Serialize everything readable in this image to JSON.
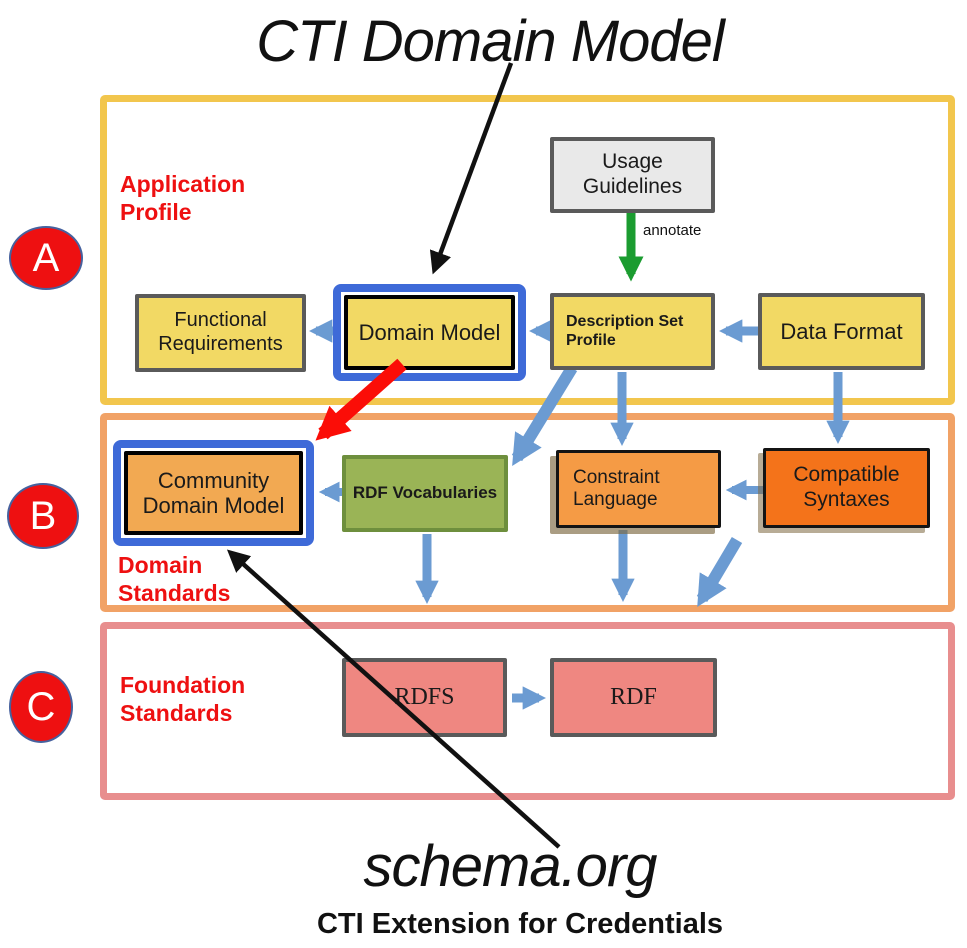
{
  "title": "CTI Domain Model",
  "footer": {
    "main": "schema.org",
    "sub": "CTI Extension for Credentials"
  },
  "sections": {
    "a": {
      "letter": "A",
      "label": "Application Profile"
    },
    "b": {
      "letter": "B",
      "label": "Domain Standards"
    },
    "c": {
      "letter": "C",
      "label": "Foundation Standards"
    }
  },
  "boxes": {
    "usage_guidelines": {
      "label": "Usage Guidelines"
    },
    "functional_requirements": {
      "label": "Functional Requirements"
    },
    "domain_model": {
      "label": "Domain Model"
    },
    "description_set_profile": {
      "label": "Description Set Profile"
    },
    "data_format": {
      "label": "Data Format"
    },
    "community_domain_model": {
      "label": "Community Domain Model"
    },
    "rdf_vocabularies": {
      "label": "RDF Vocabularies"
    },
    "constraint_language": {
      "label": "Constraint Language"
    },
    "compatible_syntaxes": {
      "label": "Compatible Syntaxes"
    },
    "rdfs": {
      "label": "RDFS"
    },
    "rdf": {
      "label": "RDF"
    }
  },
  "annotations": {
    "annotate": "annotate"
  },
  "colors": {
    "section_a_border": "#F2C64D",
    "section_b_border": "#F1A266",
    "section_c_border": "#E88E8E",
    "red_label": "#EE1011",
    "circle_fill": "#EE1011",
    "highlight_blue": "#3E6AD8",
    "yellow_box": "#F2D964",
    "gray_box": "#E9E9E9",
    "green_box": "#9AB456",
    "orange_community": "#F2A952",
    "orange_constraint": "#F59B45",
    "orange_compatible": "#F4731A",
    "pink_box": "#EF8781",
    "arrow_blue": "#6B9BD2",
    "arrow_green": "#1B9C30",
    "arrow_red": "#FB0D07",
    "arrow_black": "#111111"
  }
}
